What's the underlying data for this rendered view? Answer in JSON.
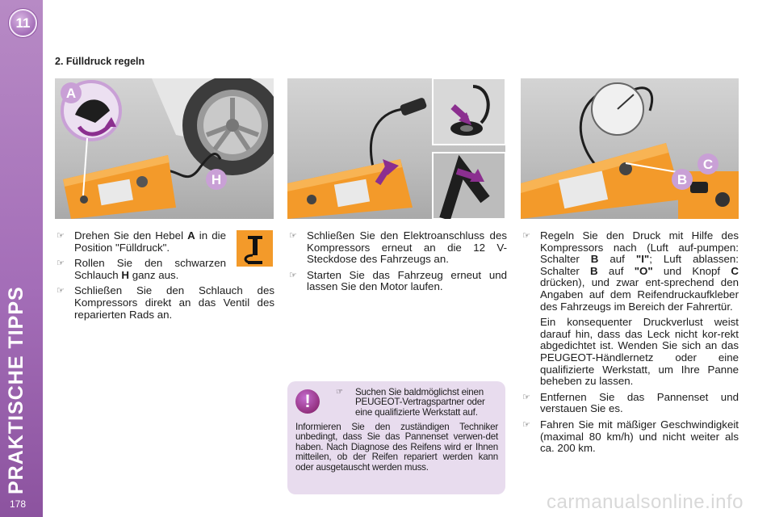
{
  "sidebar": {
    "chapter_number": "11",
    "chapter_title": "PRAKTISCHE TIPPS",
    "page_number": "178"
  },
  "section": {
    "heading": "2. Fülldruck regeln"
  },
  "figures": {
    "fig1_label_a": "A",
    "fig1_label_h": "H",
    "fig3_label_b": "B",
    "fig3_label_c": "C"
  },
  "column1": {
    "b1_pre": "Drehen Sie den Hebel ",
    "b1_key": "A",
    "b1_post": " in die Position \"Fülldruck\".",
    "b2_pre": "Rollen Sie den schwarzen Schlauch ",
    "b2_key": "H",
    "b2_post": " ganz aus.",
    "b3": "Schließen Sie den Schlauch des Kompressors direkt an das Ventil des reparierten Rads an."
  },
  "column2": {
    "b1": "Schließen Sie den Elektroanschluss des Kompressors erneut an die 12 V-Steckdose des Fahrzeugs an.",
    "b2": "Starten Sie das Fahrzeug erneut und lassen Sie den Motor laufen."
  },
  "column3": {
    "b1_t1": "Regeln Sie den Druck mit Hilfe des Kompressors nach (Luft auf-pumpen: Schalter ",
    "b1_k1": "B",
    "b1_t2": " auf ",
    "b1_k2": "\"I\"",
    "b1_t3": "; Luft ablassen: Schalter ",
    "b1_k3": "B",
    "b1_t4": " auf ",
    "b1_k4": "\"O\"",
    "b1_t5": " und Knopf ",
    "b1_k5": "C",
    "b1_t6": " drücken), und zwar ent-sprechend den Angaben auf dem Reifendruckaufkleber des Fahrzeugs im Bereich der Fahrertür.",
    "p1": "Ein konsequenter Druckverlust weist darauf hin, dass das Leck nicht kor-rekt abgedichtet ist. Wenden Sie sich an das PEUGEOT-Händlernetz oder eine qualifizierte Werkstatt, um Ihre Panne beheben zu lassen.",
    "b2": "Entfernen Sie das Pannenset und verstauen Sie es.",
    "b3": "Fahren Sie mit mäßiger Geschwindigkeit (maximal 80 km/h) und nicht weiter als ca. 200 km."
  },
  "warning": {
    "icon": "exclamation-icon",
    "bullet": "Suchen Sie baldmöglichst einen PEUGEOT-Vertragspartner oder eine qualifizierte Werkstatt auf.",
    "text": "Informieren Sie den zuständigen Techniker unbedingt, dass Sie das Pannenset verwen-det haben. Nach Diagnose des Reifens wird er Ihnen mitteilen, ob der Reifen repariert werden kann oder ausgetauscht werden muss."
  },
  "watermark": "carmanualsonline.info",
  "colors": {
    "sidebar": "#a46eb8",
    "compressor": "#f39a2a",
    "arrow": "#8b2f8f",
    "callout": "#c9a0d6",
    "warnbox": "#e8dcee"
  },
  "bullet_icon": "pointing-hand-icon"
}
